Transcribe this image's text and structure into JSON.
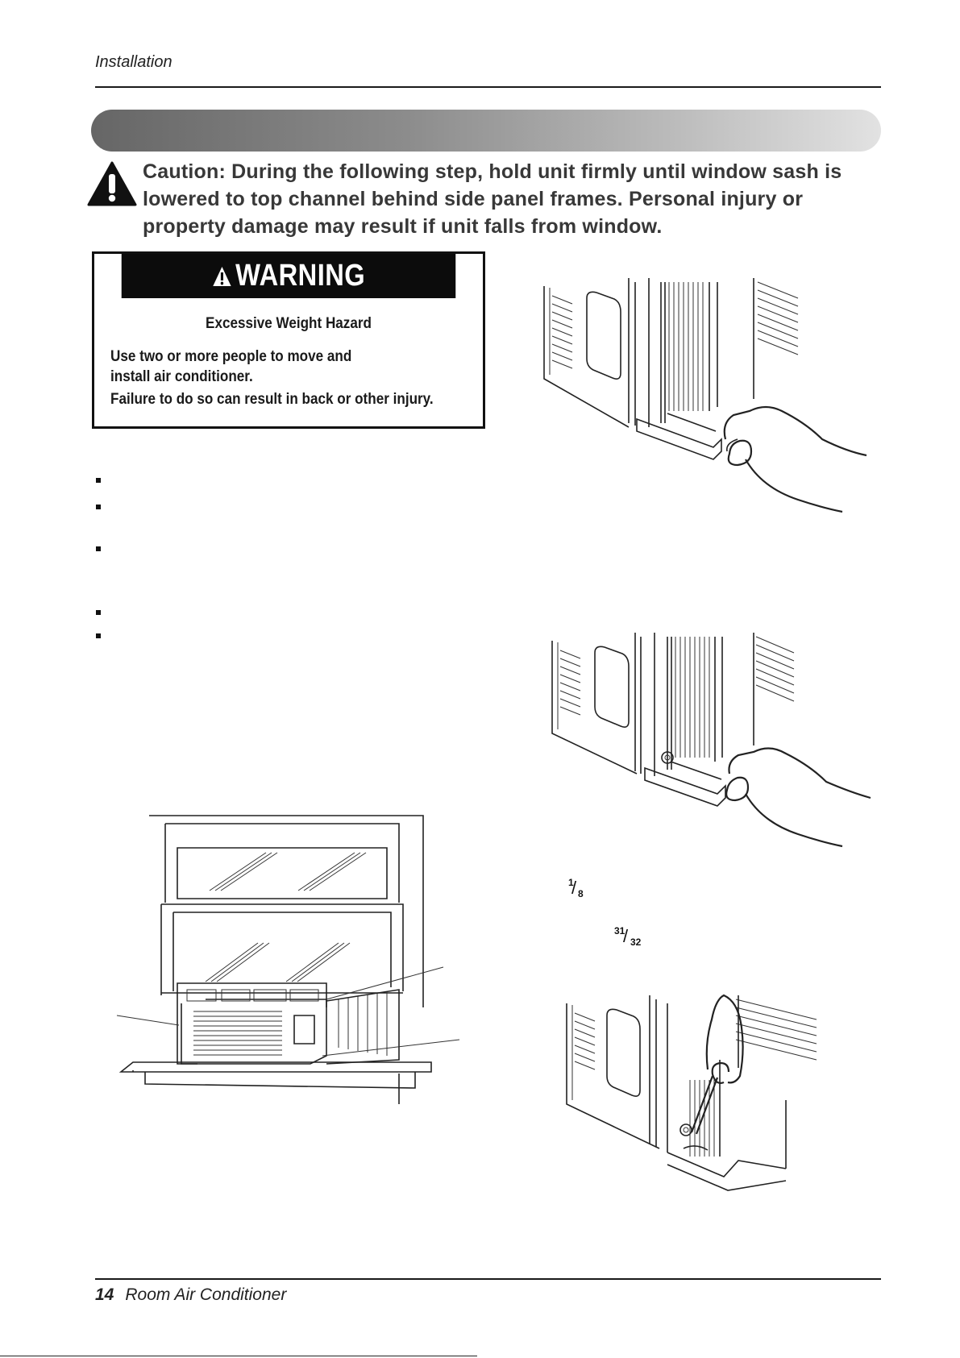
{
  "header": {
    "section_label": "Installation"
  },
  "caution": {
    "text": "Caution: During the following step, hold unit firmly until window sash is lowered to top channel behind side panel frames. Personal injury or property damage may result if unit falls from window."
  },
  "warning": {
    "heading": "WARNING",
    "title": "Excessive Weight Hazard",
    "line1": "Use two or more people to move and install air conditioner.",
    "line2": "Failure to do so can result in back or other injury."
  },
  "fractions": [
    {
      "numerator": "1",
      "denominator": "8"
    },
    {
      "numerator": "31",
      "denominator": "32"
    }
  ],
  "footer": {
    "page_number": "14",
    "title": "Room Air Conditioner"
  }
}
